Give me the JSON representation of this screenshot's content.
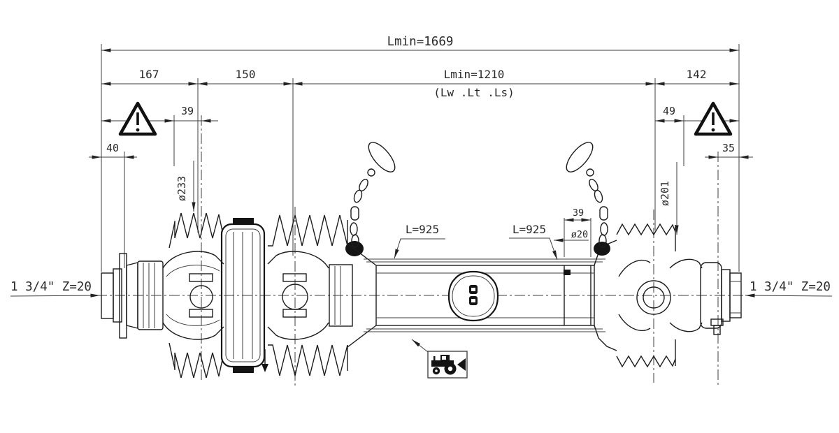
{
  "dims": {
    "overall": "Lmin=1669",
    "seg167": "167",
    "seg150": "150",
    "inner": "Lmin=1210",
    "inner_note": "(Lw .Lt .Ls)",
    "seg142": "142",
    "d39l": "39",
    "d40": "40",
    "dia233": "ø233",
    "d49": "49",
    "d35": "35",
    "dia201": "ø201",
    "l925a": "L=925",
    "l925b": "L=925",
    "d39m": "39",
    "dia20": "ø20"
  },
  "ends": {
    "left": "1 3/4\" Z=20",
    "right": "1 3/4\" Z=20"
  },
  "symbols": {
    "warning_left": "exclamation-warning-triangle",
    "warning_right": "exclamation-warning-triangle",
    "direction_box": "tractor-with-left-arrow"
  },
  "colors": {
    "line": "#1c1c1c",
    "dim_line": "#3c3c3c",
    "background": "#ffffff"
  }
}
